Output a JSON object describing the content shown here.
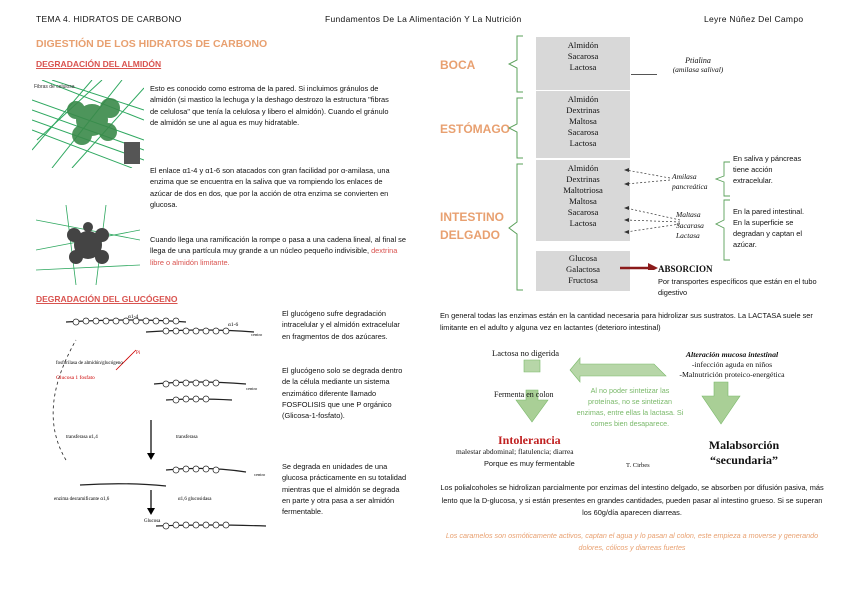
{
  "header": {
    "left": "TEMA 4. HIDRATOS DE CARBONO",
    "center": "Fundamentos De La Alimentación Y La Nutrición",
    "right": "Leyre Núñez Del Campo"
  },
  "main_title": "DIGESTIÓN DE LOS HIDRATOS DE CARBONO",
  "starch": {
    "subtitle": "DEGRADACIÓN DEL ALMIDÓN",
    "image_label": "Fibras de celulosa",
    "p1": "Esto es conocido como estroma de la pared. Si incluimos gránulos de almidón (si mastico la lechuga y la deshago destrozo la estructura \"fibras de celulosa\" que tenía la celulosa y libero el almidón). Cuando el gránulo de almidón se une al agua es muy hidratable.",
    "p2": "El enlace α1-4 y α1-6 son atacados con gran facilidad por α-amilasa, una enzima que se encuentra en la saliva que va rompiendo los enlaces de azúcar de dos en dos, que por la acción de otra enzima se convierten en glucosa.",
    "p3_start": "Cuando llega una ramificación la rompe o pasa a una cadena lineal, al final se llega de una partícula muy grande a un núcleo pequeño indivisible,",
    "p3_pink": "dextrina libre o almidón limitante."
  },
  "glycogen": {
    "subtitle": "DEGRADACIÓN DEL GLUCÓGENO",
    "diagram_labels": {
      "alpha14": "α1-4",
      "alpha16": "α1-6",
      "centro": "centro",
      "fosforilasa": "fosforilasa de almidón/glucógeno",
      "pi": "Pi",
      "glucosa1p": "Glucosa 1 fosfato",
      "transferasa1": "transferasa α1,4",
      "transferasa2": "transferasa",
      "desramificante": "enzima desramificante α1,6",
      "glucosidasa": "α1,6 glucosidasa",
      "glucosa": "Glucosa"
    },
    "p1": "El glucógeno sufre degradación intracelular y el almidón extracelular en fragmentos de dos azúcares.",
    "p2": "El glucógeno solo se degrada dentro de la célula mediante un sistema enzimático diferente llamado FOSFOLISIS que une P orgánico (Glicosa-1-fosfato).",
    "p3": "Se degrada en unidades de una glucosa prácticamente en su totalidad mientras que el almidón se degrada en parte y otra pasa a ser almidón fermentable."
  },
  "digestive": {
    "regions": [
      "BOCA",
      "ESTÓMAGO",
      "INTESTINO",
      "DELGADO"
    ],
    "boca_items": [
      "Almidón",
      "Sacarosa",
      "Lactosa"
    ],
    "boca_enzyme": "Ptialina",
    "boca_enzyme_note": "(amilasa salival)",
    "stomach_items": [
      "Almidón",
      "Dextrinas",
      "Maltosa",
      "Sacarosa",
      "Lactosa"
    ],
    "intestine_items": [
      "Almidón",
      "Dextrinas",
      "Maltotriosa",
      "Maltosa",
      "Sacarosa",
      "Lactosa"
    ],
    "amylase": [
      "Amilasa",
      "pancreática"
    ],
    "brush_enzymes": [
      "Maltasa",
      "Sacarasa",
      "Lactasa"
    ],
    "products": [
      "Glucosa",
      "Galactosa",
      "Fructosa"
    ],
    "absorcion": "ABSORCION",
    "note_saliva": "En saliva y páncreas tiene acción extracelular.",
    "note_pared": "En la pared intestinal. En la superficie se degradan y captan el azúcar.",
    "note_absorcion": "Por transportes específicos que están en el tubo digestivo"
  },
  "lactase": {
    "intro": "En general todas las enzimas están en la cantidad necesaria para hidrolizar sus sustratos. La LACTASA suele ser limitante en el adulto y alguna vez en lactantes (deterioro intestinal)",
    "lactosa": "Lactosa no digerida",
    "alteracion": "Alteración mucosa intestinal",
    "alt1": "-infección aguda en niños",
    "alt2": "-Malnutrición proteico-energética",
    "fermenta": "Fermenta en colon",
    "green_note": "Al no poder sintetizar las proteínas, no se sintetizan enzimas, entre ellas la lactasa. Si comes bien desaparece.",
    "intolerancia": "Intolerancia",
    "malestar": "malestar abdominal; flatulencia; diarrea",
    "porque": "Porque es muy fermentable",
    "tcirbes": "T. Cirbes",
    "malabsorcion": "Malabsorción",
    "secundaria": "“secundaria”",
    "polialcoholes": "Los polialcoholes se hidrolizan parcialmente por enzimas del intestino delgado, se absorben por difusión pasiva, más lento que la D-glucosa, y si están presentes en grandes cantidades, pueden pasar al intestino grueso. Si se superan los 60g/día aparecen diarreas.",
    "caramelos": "Los caramelos son osmóticamente activos, captan el agua y lo pasan al colon, este empieza a moverse y generando dolores, cólicos y diarreas fuertes"
  },
  "colors": {
    "orange": "#e8a070",
    "red": "#d9534f",
    "green": "#7ab96a",
    "grey_box": "#d8d8d8",
    "dark_red_arrow": "#8b1a1a"
  }
}
